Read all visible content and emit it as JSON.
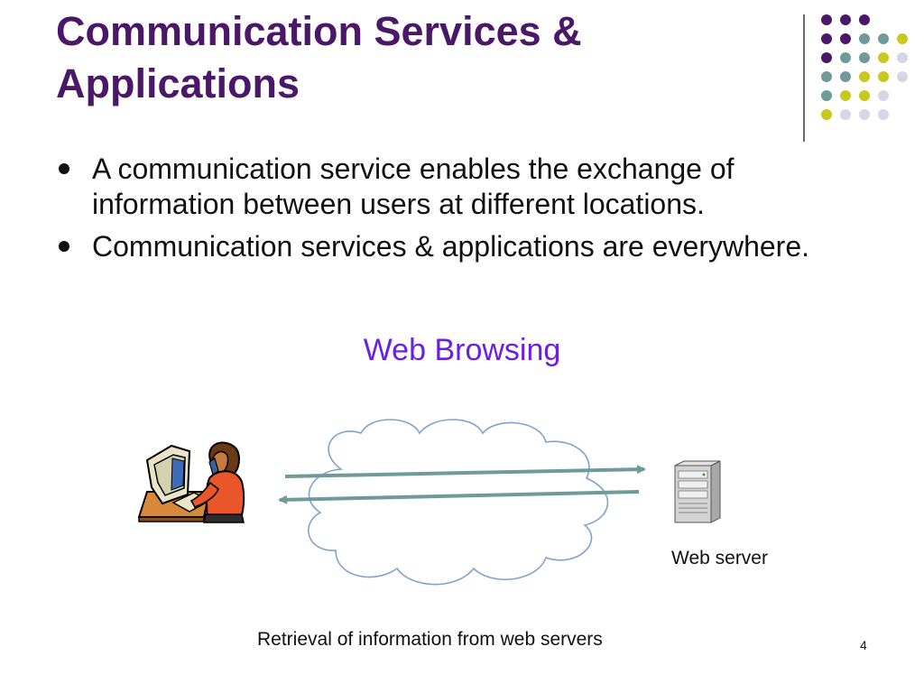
{
  "slide": {
    "title_line1": "Communication Services &",
    "title_line2": "Applications",
    "bullets": [
      "A communication service enables the exchange of information between users at different locations.",
      "Communication services & applications are everywhere."
    ],
    "diagram_heading": "Web Browsing",
    "server_caption": "Web server",
    "diagram_caption": "Retrieval of information from web servers",
    "page_number": "4"
  },
  "theme": {
    "title_color": "#4b1869",
    "heading_color": "#6a1ee8",
    "dot_colors": {
      "purple": "#4b1869",
      "teal": "#6f9a99",
      "yellow": "#c8c81e",
      "lavender": "#d6d6e6"
    },
    "arrow_color": "#6f9a99",
    "cloud_outline_color": "#7fa4cc"
  },
  "icons": {
    "user_clipart": "person-at-computer-on-phone-icon",
    "server_clipart": "tower-server-icon",
    "network": "cloud-icon"
  }
}
